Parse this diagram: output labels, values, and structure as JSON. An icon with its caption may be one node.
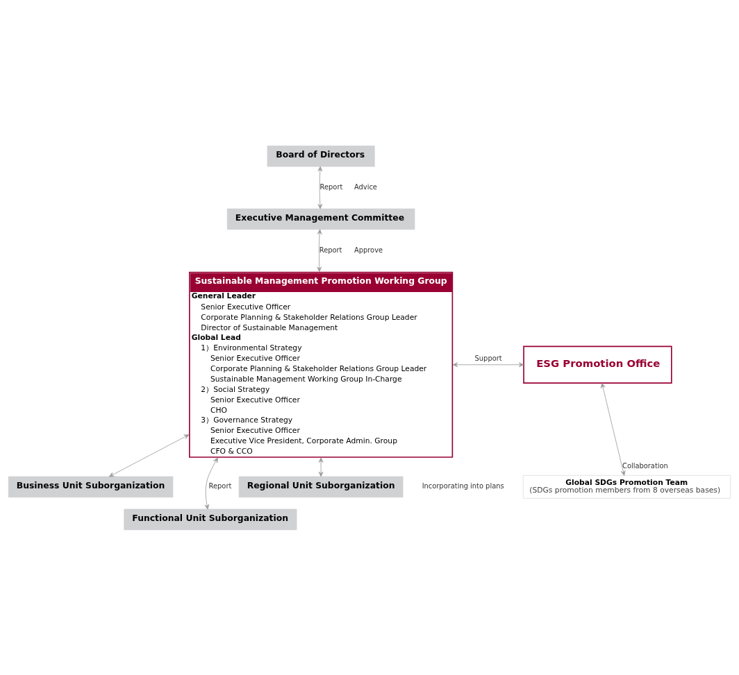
{
  "diagram": {
    "nodes": [
      {
        "text": [
          "Board of Directors"
        ]
      },
      {
        "text": [
          "Executive Management Committee"
        ]
      },
      {
        "text": [
          "Sustainable Management Promotion Working Group",
          "General Leader",
          "Senior Executive Officer",
          "Corporate Planning & Stakeholder Relations Group Leader",
          "Director of Sustainable Management",
          "Global Lead",
          "1）Environmental Strategy",
          "Senior Executive Officer",
          "Corporate Planning & Stakeholder Relations Group Leader",
          "Sustainable Management Working Group In-Charge",
          "2）Social Strategy",
          "Senior Executive Officer",
          "CHO",
          "3）Governance Strategy",
          "Senior Executive Officer",
          "Executive Vice President, Corporate Admin. Group",
          "CFO & CCO"
        ]
      },
      {
        "text": [
          "ESG Promotion Office"
        ]
      },
      {
        "text": [
          "Business Unit Suborganization"
        ]
      },
      {
        "text": [
          "Functional Unit Suborganization"
        ]
      },
      {
        "text": [
          "Regional Unit Suborganization"
        ]
      },
      {
        "text": [
          "Global SDGs Promotion Team",
          "(SDGs promotion members from 8 overseas bases)"
        ]
      }
    ],
    "edges": [
      {
        "from": 0,
        "to": 1,
        "arrow": "both",
        "label": "Report"
      },
      {
        "from": 1,
        "to": 2,
        "arrow": "both",
        "label": "Report"
      },
      {
        "from": 2,
        "to": 3,
        "arrow": "both",
        "label": "Support"
      },
      {
        "from": 2,
        "to": 4,
        "arrow": "both"
      },
      {
        "from": 2,
        "to": 5,
        "arrow": "both",
        "label": "Report"
      },
      {
        "from": 2,
        "to": 6,
        "arrow": "both"
      },
      {
        "from": 3,
        "to": 7,
        "arrow": "both",
        "label": "Collaboration"
      }
    ],
    "labels": [
      "Advice",
      "Approve",
      "Incorporating into plans"
    ]
  }
}
